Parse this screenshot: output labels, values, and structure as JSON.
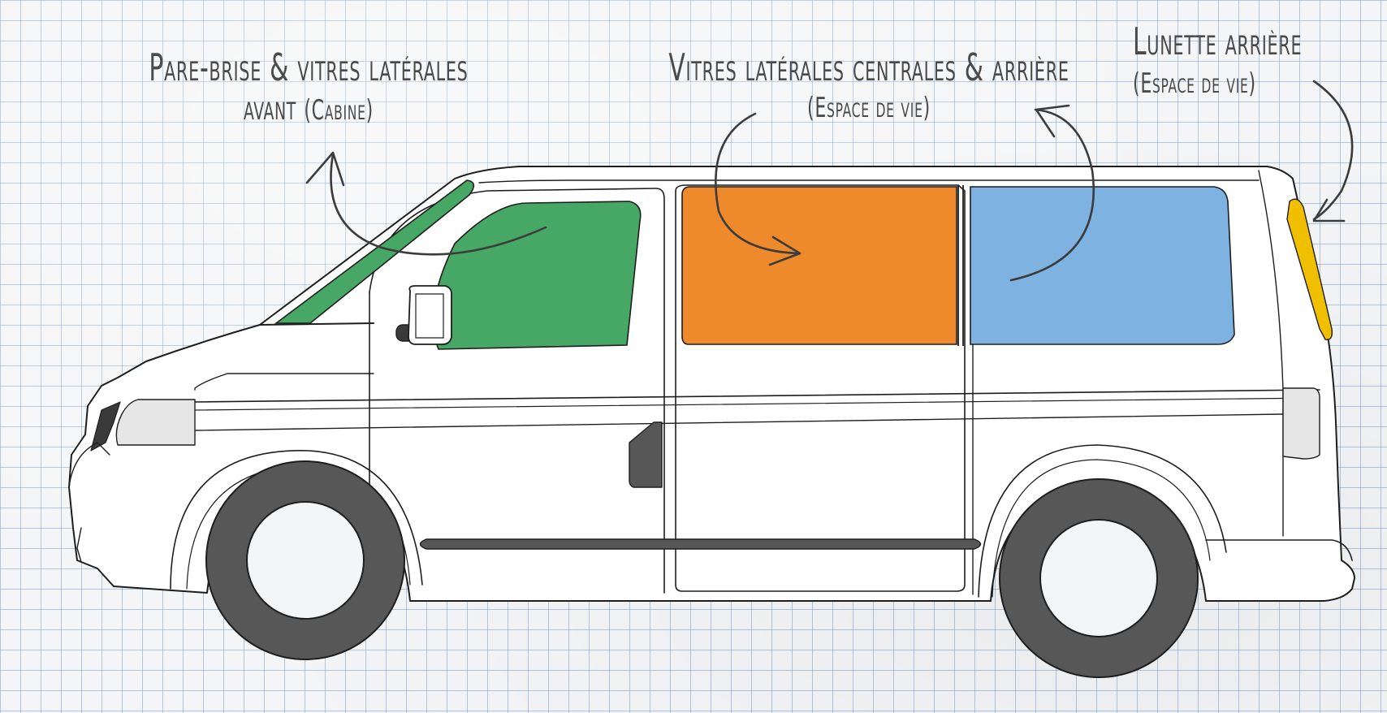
{
  "labels": {
    "cabin_title": "Pare-brise & vitres latérales",
    "cabin_line2": "avant",
    "cabin_sub": "(Cabine)",
    "central_title": "Vitres latérales centrales & arrière",
    "central_sub": "(Espace de vie)",
    "rear_title": "Lunette arrière",
    "rear_sub": "(Espace de vie)"
  },
  "colors": {
    "cabin_glass": "#47a865",
    "central_glass": "#ef8a2c",
    "rear_side_glass": "#7eb2e0",
    "rear_window": "#f0c000",
    "outline": "#1e1e1e",
    "tire": "#575757",
    "grid_line": "#8fb1d2",
    "paper": "#f4f5f6",
    "text": "#4a4a4a"
  }
}
